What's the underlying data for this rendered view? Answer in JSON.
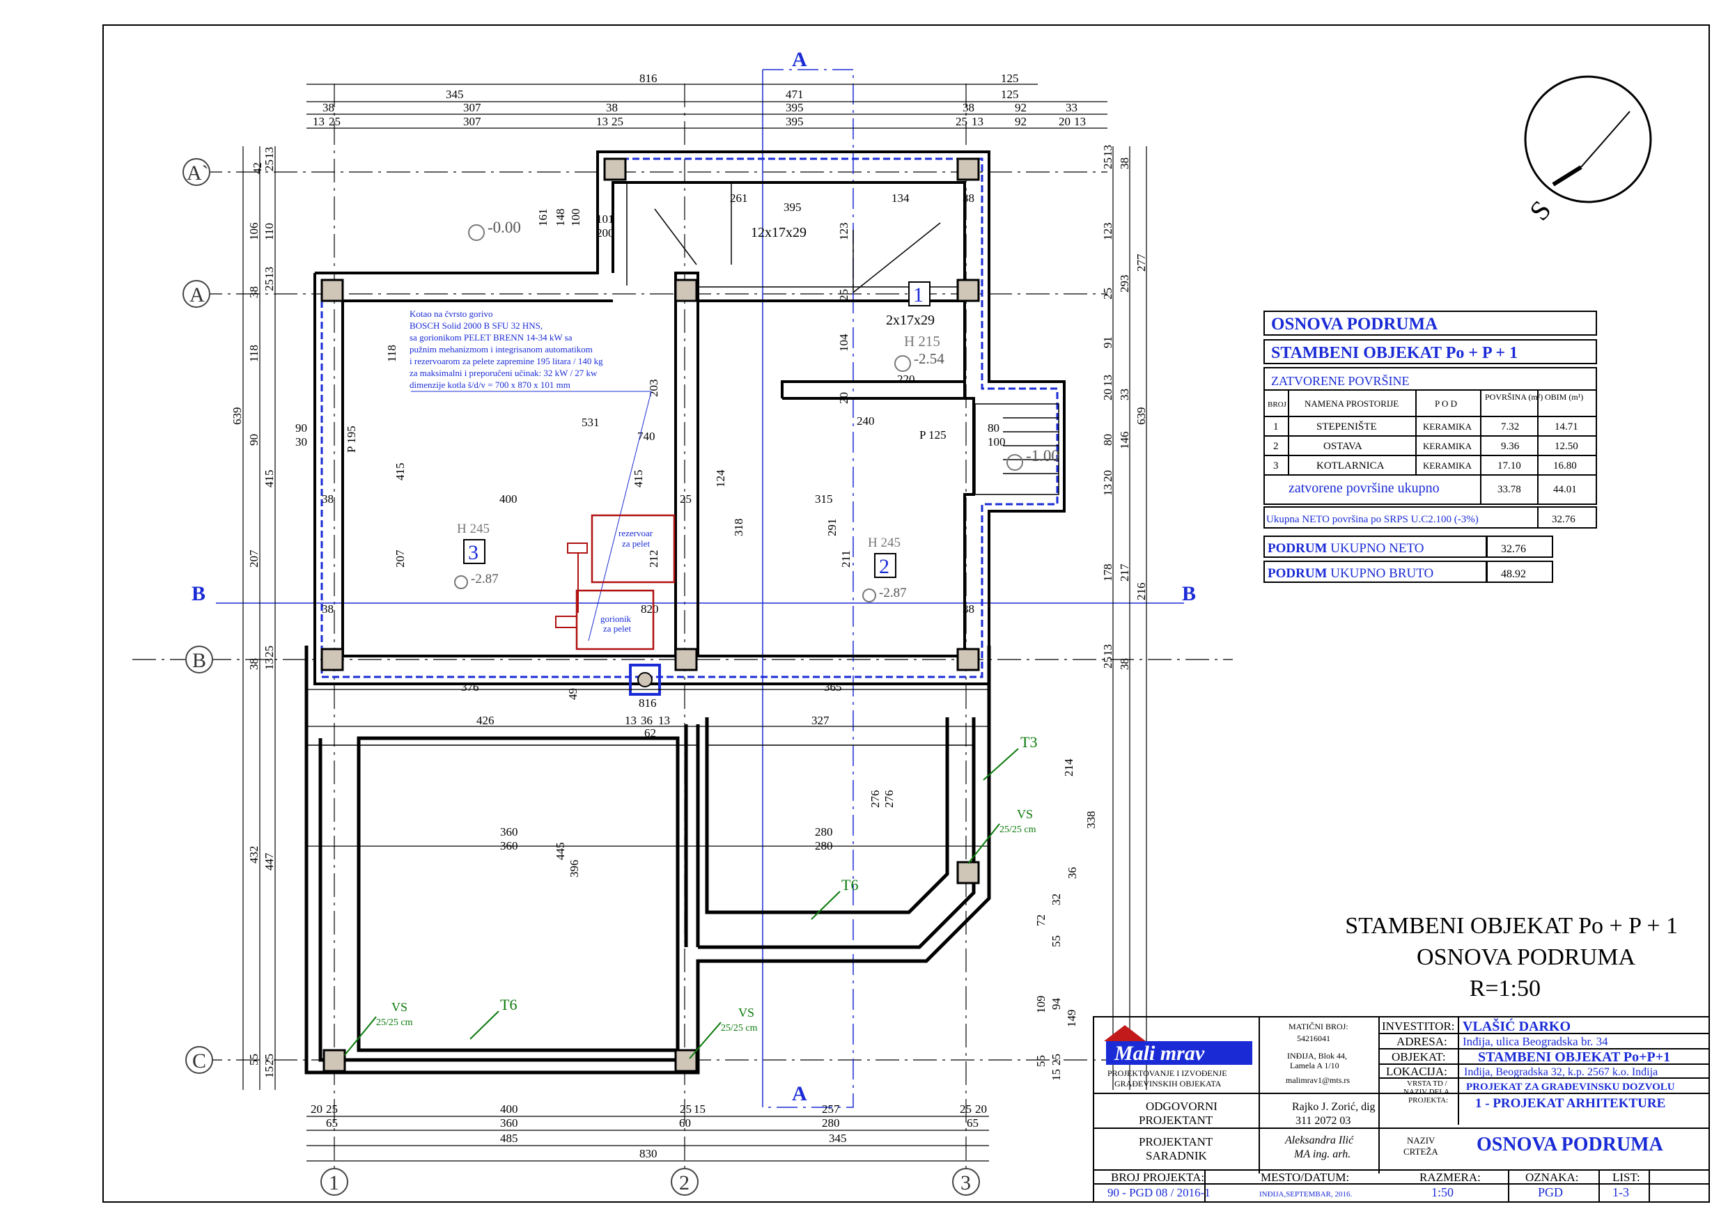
{
  "header": {
    "section_a_label": "A",
    "axis_labels": {
      "a_prime": "A`",
      "a": "A",
      "b": "B",
      "c": "C",
      "n1": "1",
      "n2": "2",
      "n3": "3"
    }
  },
  "top_dims": {
    "row1": [
      "816",
      "125"
    ],
    "row2": [
      "345",
      "471",
      "125"
    ],
    "row3": [
      "38",
      "307",
      "38",
      "395",
      "38",
      "92",
      "33"
    ],
    "row4": [
      "13",
      "25",
      "307",
      "13",
      "25",
      "395",
      "25",
      "13",
      "92",
      "20",
      "13"
    ]
  },
  "bottom_dims": {
    "row1": [
      "20",
      "25",
      "400",
      "25",
      "15",
      "257",
      "25",
      "20"
    ],
    "row2": [
      "65",
      "360",
      "60",
      "280",
      "65"
    ],
    "row3": [
      "485",
      "345"
    ],
    "row4": [
      "830"
    ]
  },
  "left_dims": [
    "42",
    "25",
    "13",
    "106",
    "110",
    "38",
    "25",
    "13",
    "118",
    "639",
    "90",
    "415",
    "207",
    "38",
    "13",
    "25",
    "432",
    "447",
    "55",
    "25",
    "15"
  ],
  "right_dims": [
    "25",
    "13",
    "38",
    "123",
    "293",
    "277",
    "25",
    "91",
    "20",
    "13",
    "33",
    "80",
    "146",
    "639",
    "13",
    "20",
    "178",
    "217",
    "216",
    "25",
    "13",
    "38",
    "214",
    "338",
    "36",
    "32",
    "72",
    "55",
    "109",
    "94",
    "149",
    "25",
    "55",
    "15"
  ],
  "rooms": [
    {
      "number": "1",
      "height": "H 215",
      "level": "-2.54",
      "stair": "2x17x29"
    },
    {
      "number": "2",
      "height": "H 245",
      "level": "-2.87"
    },
    {
      "number": "3",
      "height": "H 245",
      "level": "-2.87"
    }
  ],
  "levels": {
    "entry": "-0.00",
    "side": "-1.00"
  },
  "stair_top": "12x17x29",
  "interior_dims": [
    "261",
    "395",
    "134",
    "161",
    "148",
    "100",
    "101",
    "200",
    "123",
    "25",
    "38",
    "104",
    "220",
    "20",
    "240",
    "80",
    "100",
    "P 125",
    "P 195",
    "90",
    "30",
    "531",
    "740",
    "400",
    "315",
    "38",
    "25",
    "118",
    "415",
    "207",
    "203",
    "415",
    "124",
    "318",
    "291",
    "211",
    "212",
    "820",
    "38",
    "38"
  ],
  "boiler_note": [
    "Kotao na čvrsto gorivo",
    "BOSCH Solid 2000 B SFU 32 HNS,",
    "sa gorionikom PELET BRENN 14-34 kW sa",
    "pužnim mehanizmom i integrisanom automatikom",
    "i rezervoarom za pelete zapremine 195 litara / 140 kg",
    "za maksimalni i preporučeni učinak: 32 kW / 27 kw",
    "dimenzije kotla š/d/v = 700 x 870 x 101 mm"
  ],
  "equipment": {
    "tank": [
      "rezervoar",
      "za pelet"
    ],
    "burner": [
      "gorionik",
      "za pelet"
    ]
  },
  "foundation_dims": [
    "376",
    "49",
    "365",
    "426",
    "13",
    "36",
    "13",
    "62",
    "327",
    "816",
    "360",
    "360",
    "445",
    "396",
    "280",
    "280",
    "276",
    "276"
  ],
  "foundation_labels": {
    "t3": "T3",
    "t6": "T6",
    "vs": "VS",
    "vs_size": "25/25 cm"
  },
  "north": {
    "label": "S"
  },
  "area_table": {
    "title": "OSNOVA PODRUMA",
    "subtitle": "STAMBENI OBJEKAT  Po + P + 1",
    "section": "ZATVORENE  POVRŠINE",
    "columns": [
      "BROJ",
      "NAMENA PROSTORIJE",
      "P O D",
      "POVRŠINA (m²)",
      "OBIM (m¹)"
    ],
    "rows": [
      [
        "1",
        "STEPENIŠTE",
        "KERAMIKA",
        "7.32",
        "14.71"
      ],
      [
        "2",
        "OSTAVA",
        "KERAMIKA",
        "9.36",
        "12.50"
      ],
      [
        "3",
        "KOTLARNICA",
        "KERAMIKA",
        "17.10",
        "16.80"
      ]
    ],
    "total_label": "zatvorene površine ukupno",
    "total_area": "33.78",
    "total_perimeter": "44.01",
    "neto_srps_label": "Ukupna NETO površina po SRPS U.C2.100 (-3%)",
    "neto_srps_value": "32.76",
    "neto_label_a": "PODRUM",
    "neto_label_b": " UKUPNO NETO",
    "neto_value": "32.76",
    "bruto_label_a": "PODRUM",
    "bruto_label_b": " UKUPNO BRUTO",
    "bruto_value": "48.92"
  },
  "drawing_title": {
    "line1": "STAMBENI OBJEKAT Po + P + 1",
    "line2": "OSNOVA PODRUMA",
    "line3": "R=1:50"
  },
  "title_block": {
    "logo": "Mali mrav",
    "company_line1": "PROJEKTOVANJE I IZVOĐENJE",
    "company_line2": "GRAĐEVINSKIH OBJEKATA",
    "maticni_label": "MATIČNI BROJ:",
    "maticni_value": "54216041",
    "address_line1": "INĐIJA, Blok 44,",
    "address_line2": "Lamela A 1/10",
    "email": "malimrav1@mts.rs",
    "investitor_label": "INVESTITOR:",
    "investitor_value": "VLAŠIĆ DARKO",
    "adresa_label": "ADRESA:",
    "adresa_value": "Inđija, ulica Beogradska br. 34",
    "objekat_label": "OBJEKAT:",
    "objekat_value": "STAMBENI OBJEKAT Po+P+1",
    "lokacija_label": "LOKACIJA:",
    "lokacija_value": "Inđija, Beogradska 32, k.p. 2567 k.o. Inđija",
    "vrsta_label": [
      "VRSTA TD /",
      "NAZIV DELA",
      "PROJEKTA:"
    ],
    "vrsta_value1": "PROJEKAT ZA GRAĐEVINSKU DOZVOLU",
    "vrsta_value2": "1 - PROJEKAT ARHITEKTURE",
    "odgovorni_label": [
      "ODGOVORNI",
      "PROJEKTANT"
    ],
    "odgovorni_value": [
      "Rajko J. Zorić, dig",
      "311 2072 03"
    ],
    "saradnik_label": [
      "PROJEKTANT",
      "SARADNIK"
    ],
    "saradnik_value": [
      "Aleksandra Ilić",
      "MA ing. arh."
    ],
    "naziv_label": [
      "NAZIV",
      "CRTEŽA"
    ],
    "naziv_value": "OSNOVA  PODRUMA",
    "broj_label": "BROJ PROJEKTA:",
    "broj_value": "90 - PGD 08 / 2016-1",
    "mesto_label": "MESTO/DATUM:",
    "mesto_value": "INĐIJA,SEPTEMBAR, 2016.",
    "razmera_label": "RAZMERA:",
    "razmera_value": "1:50",
    "oznaka_label": "OZNAKA:",
    "oznaka_value": "PGD",
    "list_label": "LIST:",
    "list_value": "1-3"
  }
}
